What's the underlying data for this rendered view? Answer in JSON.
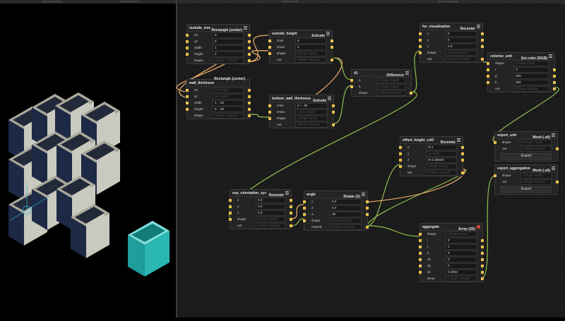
{
  "window": {
    "tabs": [
      "Viewport (unlocked)",
      "Viewport (unlocked)",
      "Graph (unlocked)",
      "Node (unlocked page)"
    ]
  },
  "colors": {
    "wire_green": "#8fbf4c",
    "wire_orange": "#f0b070",
    "pin": "#e8c04a",
    "box": "#c9c9bf",
    "box_dark": "#1e2a45",
    "teal": "#2ab7b3"
  },
  "nodes": {
    "outside_size": {
      "name": "outside_size",
      "type": "Rectangle (center)",
      "rows": [
        {
          "label": "x0",
          "value": "0"
        },
        {
          "label": "y0",
          "value": "0"
        },
        {
          "label": "width",
          "value": "1"
        },
        {
          "label": "height",
          "value": "2"
        },
        {
          "label": "shape",
          "value": "(Shape Output)"
        }
      ]
    },
    "outside_height": {
      "name": "outside_height",
      "type": "Extrude",
      "rows": [
        {
          "label": "zmin",
          "value": "0"
        },
        {
          "label": "zmax",
          "value": "2"
        },
        {
          "label": "shape",
          "value": "(Shape Input)"
        },
        {
          "label": "out",
          "value": "(Shape Output)"
        }
      ]
    },
    "wall_thickness": {
      "name": "wall_thickness",
      "type": "Rectangle (center)",
      "rows": [
        {
          "label": "x0",
          "value": "(x0 input)"
        },
        {
          "label": "y0",
          "value": "(y0 input)"
        },
        {
          "label": "width",
          "value": "1 - .25"
        },
        {
          "label": "height",
          "value": "2 - .25"
        },
        {
          "label": "shape",
          "value": "(Shape Output)"
        }
      ]
    },
    "bottom_wall_thickness": {
      "name": "bottom_wall_thickness",
      "type": "Extrude",
      "rows": [
        {
          "label": "zmin",
          "value": "0 + .25"
        },
        {
          "label": "zmax",
          "value": "(zmax input)"
        },
        {
          "label": "shape",
          "value": "(Shape Input)"
        },
        {
          "label": "out",
          "value": "(Shape Output)"
        }
      ]
    },
    "d1": {
      "name": "d1",
      "type": "Difference",
      "rows": [
        {
          "label": "a",
          "value": "(Shape Input)"
        },
        {
          "label": "b",
          "value": "(Shape Input)"
        },
        {
          "label": "shape",
          "value": "(Shape Output)"
        }
      ]
    },
    "for_visualization": {
      "name": "for_visualization",
      "type": "Recenter",
      "rows": [
        {
          "label": "x",
          "value": "0"
        },
        {
          "label": "y",
          "value": "0"
        },
        {
          "label": "z",
          "value": "0.0"
        },
        {
          "label": "shape",
          "value": "(Shape Input)"
        },
        {
          "label": "out",
          "value": "(Shape Output)"
        }
      ]
    },
    "colorize_unit": {
      "name": "colorize_unit",
      "type": "Set color (RGB)",
      "rows": [
        {
          "label": "shape",
          "value": "(Shape Input)"
        },
        {
          "label": "r",
          "value": "0"
        },
        {
          "label": "g",
          "value": "255"
        },
        {
          "label": "b",
          "value": "255"
        },
        {
          "label": "out",
          "value": "(Shape Output)"
        }
      ]
    },
    "export_unit": {
      "name": "export_unit",
      "type": "Mesh (.stl)",
      "rows": [
        {
          "label": "shape",
          "value": "(Shape Input)"
        },
        {
          "label": "out",
          "value": "(Shape Output)"
        }
      ],
      "button": "Export"
    },
    "export_aggregation": {
      "name": "export_aggregation",
      "type": "Mesh (.stl)",
      "rows": [
        {
          "label": "shape",
          "value": "(Shape Input)"
        },
        {
          "label": "out",
          "value": "(Shape Output)"
        }
      ],
      "button": "Export"
    },
    "offset_height_col2": {
      "name": "offset_height_col2",
      "type": "Recenter",
      "rows": [
        {
          "label": "x",
          "value": "0+1"
        },
        {
          "label": "y",
          "value": "(y input)"
        },
        {
          "label": "z",
          "value": "0+2.3094/2"
        },
        {
          "label": "shape",
          "value": "(Shape Input)"
        },
        {
          "label": "out",
          "value": "(Shape Output)"
        }
      ]
    },
    "exp_orientation_xyz": {
      "name": "exp_orientation_xyz",
      "type": "Recenter",
      "rows": [
        {
          "label": "x",
          "value": "0.0"
        },
        {
          "label": "y",
          "value": "0.0"
        },
        {
          "label": "z",
          "value": "0.0"
        },
        {
          "label": "shape",
          "value": "(Shape Input)"
        },
        {
          "label": "out",
          "value": "(Shape Output)"
        }
      ]
    },
    "angle": {
      "name": "angle",
      "type": "Rotate (X)",
      "rows": [
        {
          "label": "x",
          "value": "0.0"
        },
        {
          "label": "z",
          "value": "0.0"
        },
        {
          "label": "a",
          "value": "30"
        },
        {
          "label": "shape",
          "value": "(Shape Input)"
        },
        {
          "label": "rotated",
          "value": "(Shape Output)"
        }
      ]
    },
    "aggregate": {
      "name": "aggregate",
      "type": "Array (3D)",
      "rows": [
        {
          "label": "shape",
          "value": "(Shape Input)"
        },
        {
          "label": "i",
          "value": "3"
        },
        {
          "label": "j",
          "value": "1"
        },
        {
          "label": "k",
          "value": "3"
        },
        {
          "label": "dx",
          "value": "2"
        },
        {
          "label": "dy",
          "value": "0"
        },
        {
          "label": "dz",
          "value": "2.3094"
        },
        {
          "label": "array",
          "value": "(Shape Output)"
        }
      ]
    }
  }
}
